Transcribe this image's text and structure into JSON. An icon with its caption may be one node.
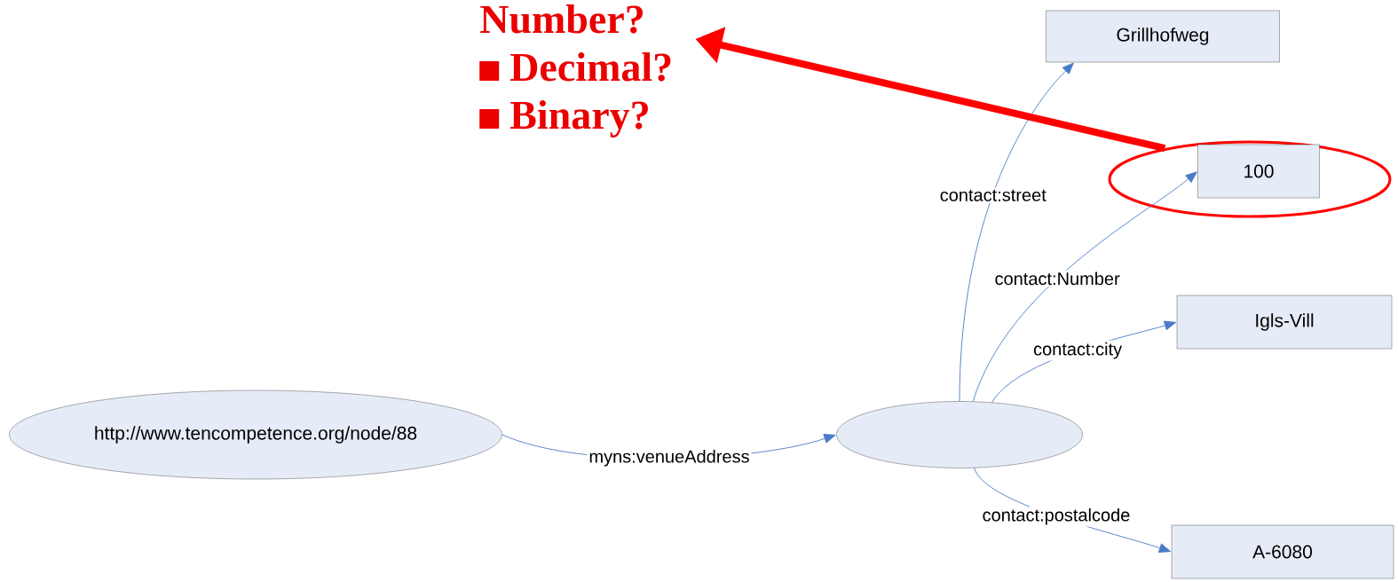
{
  "diagram": {
    "nodes": [
      {
        "text": [
          "Number?",
          "Decimal?",
          "Binary?"
        ]
      },
      {
        "text": [
          "Grillhofweg"
        ]
      },
      {
        "text": [],
        "shape": "ellipse"
      },
      {
        "text": [
          "100"
        ],
        "in": 2
      },
      {
        "text": [
          "Igls-Vill"
        ]
      },
      {
        "text": [
          "http://www.tencompetence.org/node/88"
        ]
      },
      {
        "text": [],
        "shape": "ellipse"
      },
      {
        "text": [
          "A-6080"
        ]
      }
    ],
    "edges": [
      {
        "from": 5,
        "to": 6,
        "arrow": "to",
        "label": "myns:venueAddress"
      },
      {
        "from": 6,
        "to": 1,
        "arrow": "to",
        "label": "contact:street"
      },
      {
        "from": 6,
        "to": 3,
        "arrow": "to",
        "label": "contact:Number"
      },
      {
        "from": 6,
        "to": 4,
        "arrow": "to",
        "label": "contact:city"
      },
      {
        "from": 6,
        "to": 7,
        "arrow": "to",
        "label": "contact:postalcode"
      },
      {
        "from": 2,
        "to": 0,
        "arrow": "to",
        "style": "thick",
        "color": "#ff0000"
      }
    ]
  }
}
